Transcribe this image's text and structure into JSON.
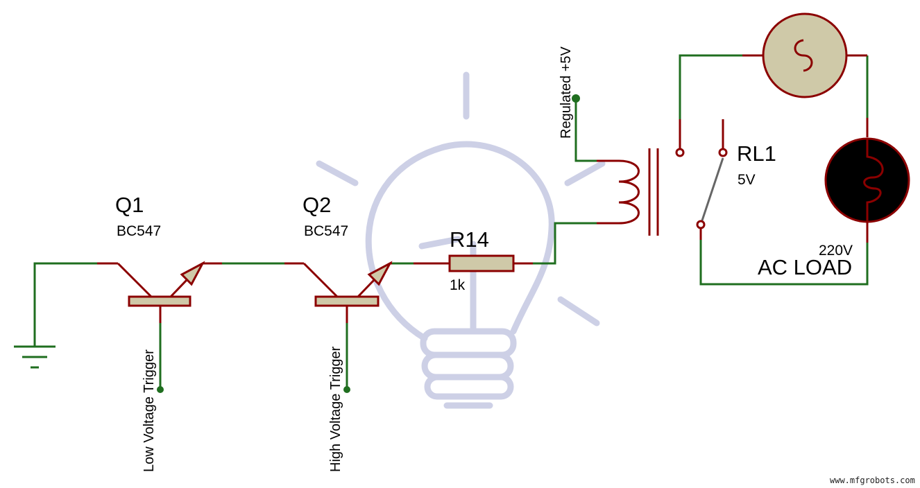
{
  "colors": {
    "wire": "#1f6e1f",
    "pin": "#8b0000",
    "body_fill": "#cfc9a8",
    "body_stroke": "#8b0000",
    "watermark_bulb": "#cdd0e6",
    "load_lamp": "#000000"
  },
  "components": {
    "q1": {
      "ref": "Q1",
      "value": "BC547"
    },
    "q2": {
      "ref": "Q2",
      "value": "BC547"
    },
    "r14": {
      "ref": "R14",
      "value": "1k"
    },
    "rl1": {
      "ref": "RL1",
      "value": "5V"
    },
    "ac_load": {
      "voltage": "220V",
      "label": "AC LOAD"
    }
  },
  "nets": {
    "low_trigger": "Low Voltage Trigger",
    "high_trigger": "High Voltage Trigger",
    "supply": "Regulated +5V"
  },
  "icons": [
    "ground-icon",
    "ac-source-icon",
    "lamp-icon",
    "relay-coil-icon",
    "relay-switch-icon",
    "npn-transistor-icon",
    "resistor-icon",
    "lightbulb-watermark-icon"
  ],
  "footer": {
    "site": "www.mfgrobots.com"
  }
}
